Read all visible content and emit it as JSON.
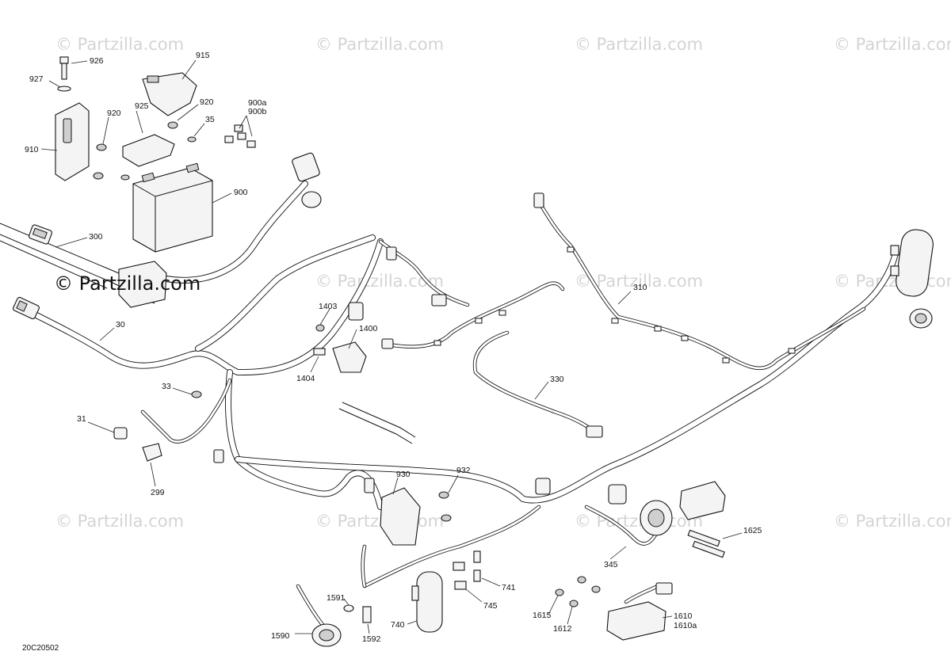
{
  "watermark": {
    "text": "© Partzilla.com",
    "large_text": "© Partzilla.com"
  },
  "diagram_code": "20C20502",
  "callouts": [
    {
      "id": "926",
      "text": "926"
    },
    {
      "id": "915",
      "text": "915"
    },
    {
      "id": "927",
      "text": "927"
    },
    {
      "id": "925",
      "text": "925"
    },
    {
      "id": "920a",
      "text": "920"
    },
    {
      "id": "920b",
      "text": "920"
    },
    {
      "id": "900a",
      "text": "900a"
    },
    {
      "id": "900b",
      "text": "900b"
    },
    {
      "id": "35",
      "text": "35"
    },
    {
      "id": "910",
      "text": "910"
    },
    {
      "id": "900",
      "text": "900"
    },
    {
      "id": "300",
      "text": "300"
    },
    {
      "id": "30",
      "text": "30"
    },
    {
      "id": "1403",
      "text": "1403"
    },
    {
      "id": "1400",
      "text": "1400"
    },
    {
      "id": "1404",
      "text": "1404"
    },
    {
      "id": "310",
      "text": "310"
    },
    {
      "id": "330",
      "text": "330"
    },
    {
      "id": "33",
      "text": "33"
    },
    {
      "id": "31",
      "text": "31"
    },
    {
      "id": "299",
      "text": "299"
    },
    {
      "id": "930",
      "text": "930"
    },
    {
      "id": "932",
      "text": "932"
    },
    {
      "id": "1625",
      "text": "1625"
    },
    {
      "id": "345",
      "text": "345"
    },
    {
      "id": "741",
      "text": "741"
    },
    {
      "id": "745",
      "text": "745"
    },
    {
      "id": "740",
      "text": "740"
    },
    {
      "id": "1591",
      "text": "1591"
    },
    {
      "id": "1590",
      "text": "1590"
    },
    {
      "id": "1592",
      "text": "1592"
    },
    {
      "id": "1615",
      "text": "1615"
    },
    {
      "id": "1612",
      "text": "1612"
    },
    {
      "id": "1610",
      "text": "1610"
    },
    {
      "id": "1610a",
      "text": "1610a"
    }
  ]
}
